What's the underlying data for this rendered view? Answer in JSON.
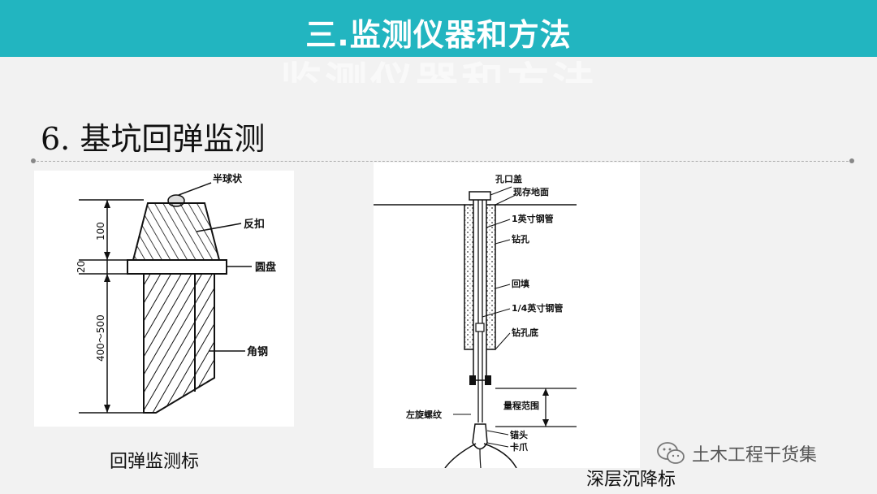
{
  "header": {
    "title": "三.监测仪器和方法",
    "ghost_text": "监测仪器和方法"
  },
  "section": {
    "title": "6. 基坑回弹监测"
  },
  "left_figure": {
    "labels": {
      "hemisphere": "半球状",
      "reverse_buckle": "反扣",
      "disc": "圆盘",
      "angle_steel": "角钢"
    },
    "dims": {
      "d100": "100",
      "d20": "20",
      "d400": "400～500"
    },
    "caption": "回弹监测标"
  },
  "right_figure": {
    "labels": {
      "hole_cap": "孔口盖",
      "ground": "现存地面",
      "pipe1": "1英寸钢管",
      "borehole": "钻孔",
      "backfill": "回填",
      "pipe2": "1/4英寸钢管",
      "hole_bottom": "钻孔底",
      "range": "量程范围",
      "left_thread": "左旋螺纹",
      "anchor": "锚头",
      "claw": "卡爪"
    },
    "caption": "深层沉降标"
  },
  "watermark": {
    "text": "土木工程干货集",
    "icon": "wechat-icon"
  }
}
